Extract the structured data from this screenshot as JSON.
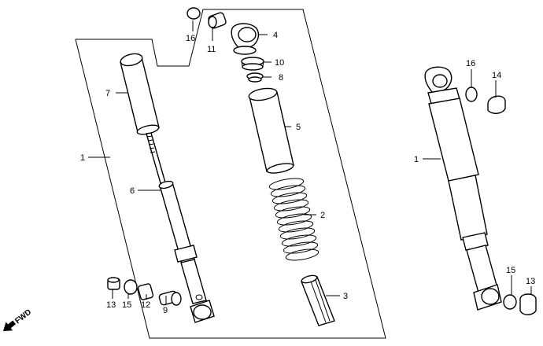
{
  "fwd_label": "FWD",
  "labels": {
    "l1a": "1",
    "l1b": "1",
    "l2": "2",
    "l3": "3",
    "l4": "4",
    "l5": "5",
    "l6": "6",
    "l7": "7",
    "l8": "8",
    "l9": "9",
    "l10": "10",
    "l11": "11",
    "l12": "12",
    "l13a": "13",
    "l13b": "13",
    "l14": "14",
    "l15a": "15",
    "l15b": "15",
    "l16a": "16",
    "l16b": "16"
  }
}
